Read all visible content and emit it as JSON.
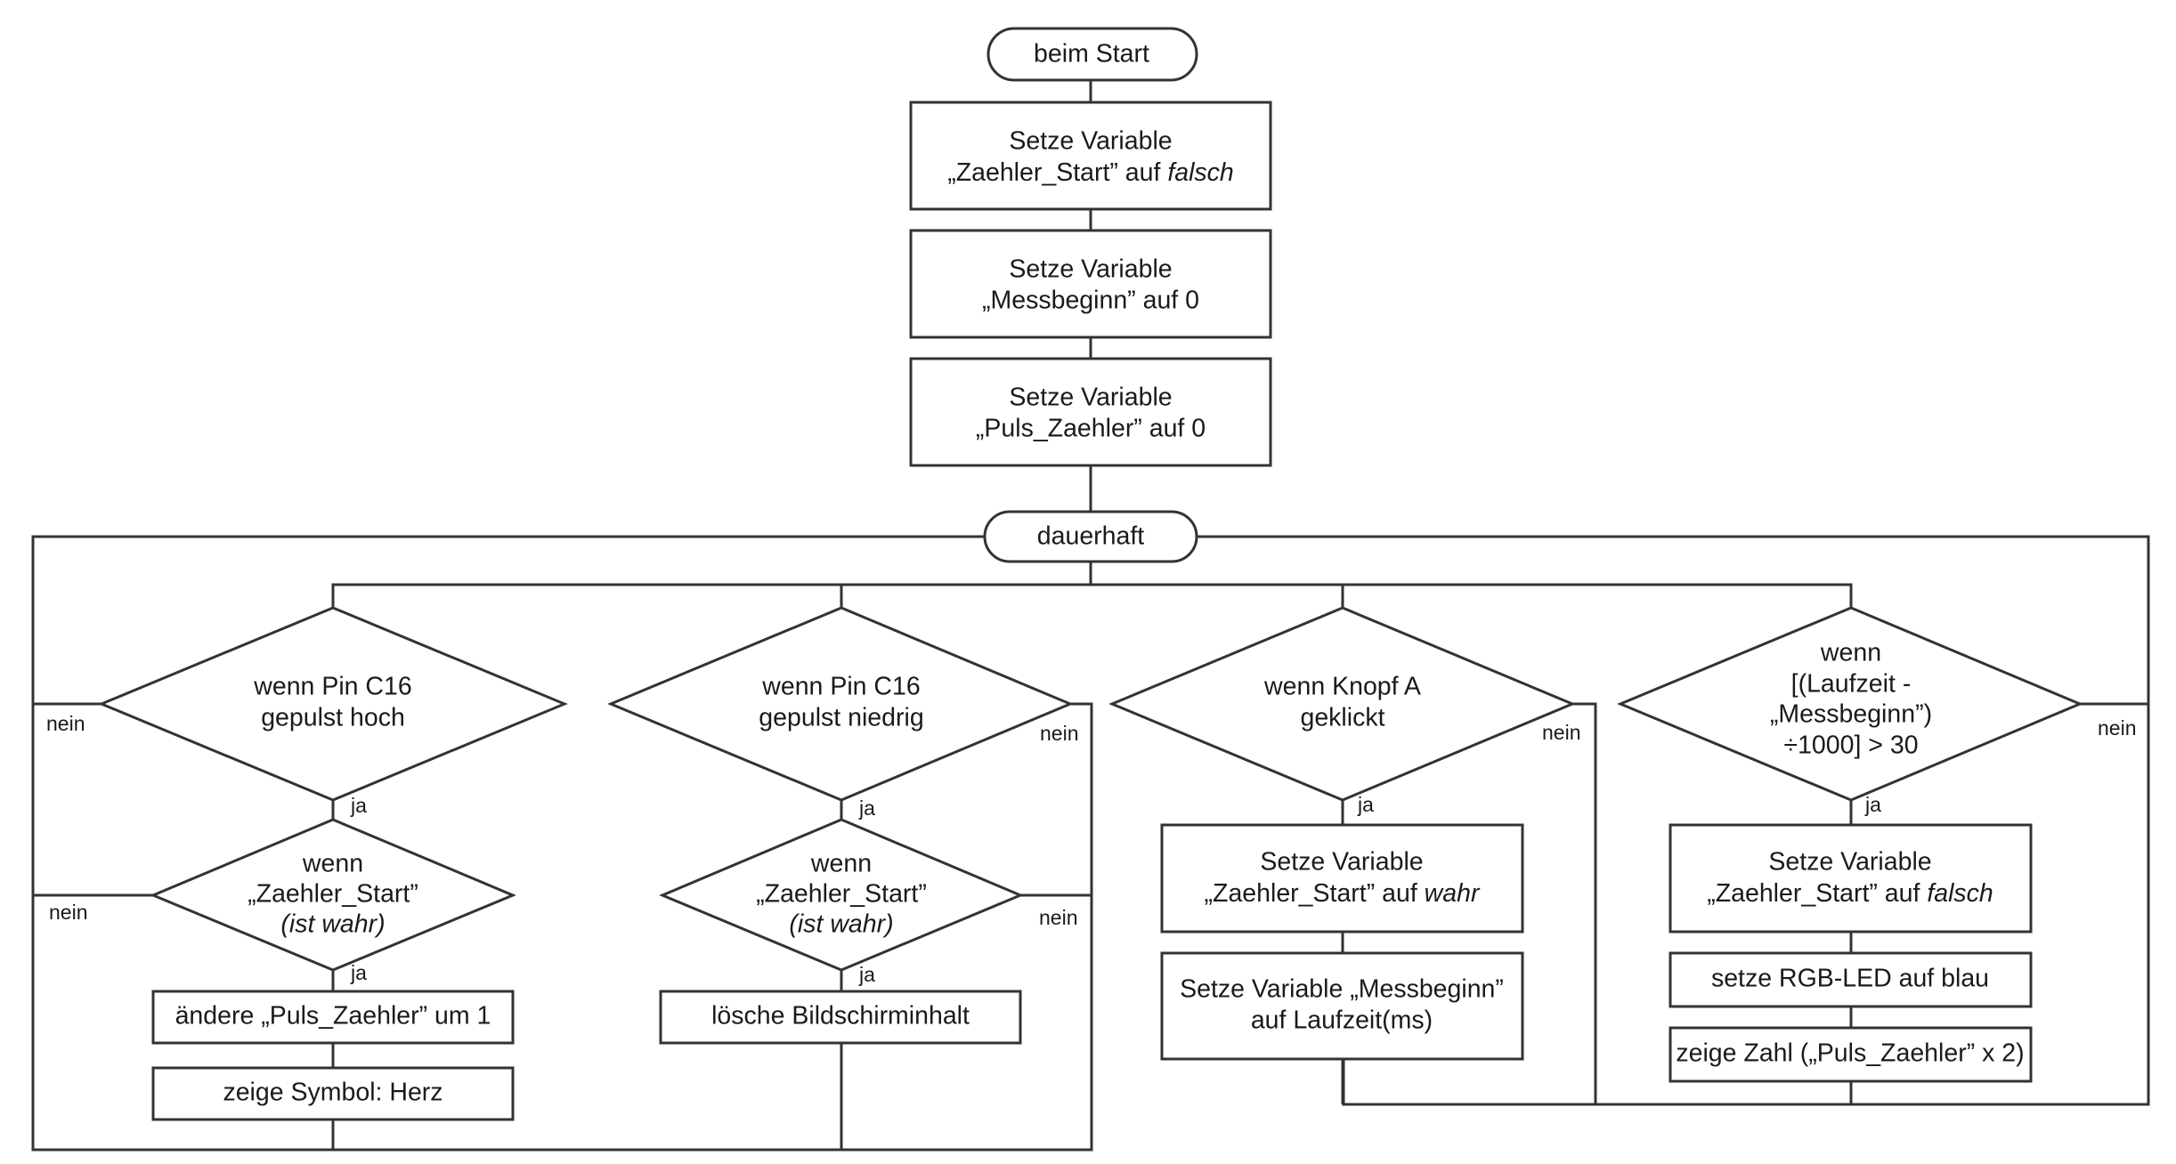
{
  "start": {
    "label": "beim Start"
  },
  "init": [
    {
      "line1": "Setze Variable",
      "line2_pre": "„Zaehler_Start” auf ",
      "line2_italic": "falsch"
    },
    {
      "line1": "Setze Variable",
      "line2": "„Messbeginn” auf 0"
    },
    {
      "line1": "Setze Variable",
      "line2": "„Puls_Zaehler” auf 0"
    }
  ],
  "loop": {
    "label": "dauerhaft"
  },
  "labels": {
    "yes": "ja",
    "no": "nein"
  },
  "branch1": {
    "cond1": [
      "wenn Pin C16",
      "gepulst hoch"
    ],
    "cond2": {
      "line1": "wenn",
      "line2": "„Zaehler_Start”",
      "line3": "(ist wahr)"
    },
    "actions": [
      "ändere „Puls_Zaehler” um 1",
      "zeige Symbol: Herz"
    ]
  },
  "branch2": {
    "cond1": [
      "wenn Pin C16",
      "gepulst niedrig"
    ],
    "cond2": {
      "line1": "wenn",
      "line2": "„Zaehler_Start”",
      "line3": "(ist wahr)"
    },
    "actions": [
      "lösche Bildschirminhalt"
    ]
  },
  "branch3": {
    "cond1": [
      "wenn Knopf A",
      "geklickt"
    ],
    "action1": {
      "line1": "Setze Variable",
      "line2_pre": "„Zaehler_Start” auf ",
      "line2_italic": "wahr"
    },
    "action2": {
      "line1": "Setze Variable „Messbeginn”",
      "line2": "auf Laufzeit(ms)"
    }
  },
  "branch4": {
    "cond1": [
      "wenn",
      "[(Laufzeit -",
      "„Messbeginn”)",
      "÷1000] > 30"
    ],
    "action1": {
      "line1": "Setze Variable",
      "line2_pre": "„Zaehler_Start” auf ",
      "line2_italic": "falsch"
    },
    "action2": "setze RGB-LED auf blau",
    "action3": "zeige Zahl („Puls_Zaehler” x 2)"
  }
}
